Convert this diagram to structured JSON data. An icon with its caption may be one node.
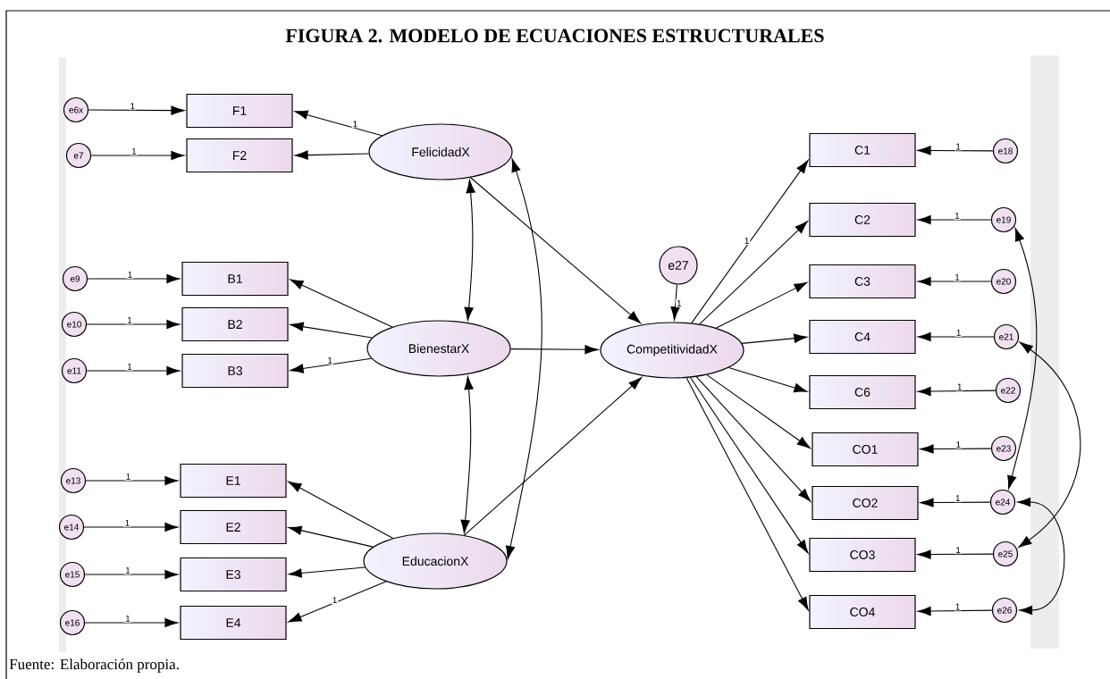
{
  "diagram": {
    "title": "FIGURA 2. MODELO DE ECUACIONES ESTRUCTURALES",
    "caption": "Fuente: Elaboración propia.",
    "nodes": [
      {
        "text": [
          "e6x"
        ]
      },
      {
        "text": [
          "F1"
        ]
      },
      {
        "text": [
          "e7"
        ]
      },
      {
        "text": [
          "F2"
        ]
      },
      {
        "text": [
          "FelicidadX"
        ]
      },
      {
        "text": [
          "e9"
        ]
      },
      {
        "text": [
          "B1"
        ]
      },
      {
        "text": [
          "e10"
        ]
      },
      {
        "text": [
          "B2"
        ]
      },
      {
        "text": [
          "e11"
        ]
      },
      {
        "text": [
          "B3"
        ]
      },
      {
        "text": [
          "BienestarX"
        ]
      },
      {
        "text": [
          "e13"
        ]
      },
      {
        "text": [
          "E1"
        ]
      },
      {
        "text": [
          "e14"
        ]
      },
      {
        "text": [
          "E2"
        ]
      },
      {
        "text": [
          "e15"
        ]
      },
      {
        "text": [
          "E3"
        ]
      },
      {
        "text": [
          "e16"
        ]
      },
      {
        "text": [
          "E4"
        ]
      },
      {
        "text": [
          "EducacionX"
        ]
      },
      {
        "text": [
          "e27"
        ]
      },
      {
        "text": [
          "CompetitividadX"
        ]
      },
      {
        "text": [
          "C1"
        ]
      },
      {
        "text": [
          "e18"
        ]
      },
      {
        "text": [
          "C2"
        ]
      },
      {
        "text": [
          "e19"
        ]
      },
      {
        "text": [
          "C3"
        ]
      },
      {
        "text": [
          "e20"
        ]
      },
      {
        "text": [
          "C4"
        ]
      },
      {
        "text": [
          "e21"
        ]
      },
      {
        "text": [
          "C6"
        ]
      },
      {
        "text": [
          "e22"
        ]
      },
      {
        "text": [
          "CO1"
        ]
      },
      {
        "text": [
          "e23"
        ]
      },
      {
        "text": [
          "CO2"
        ]
      },
      {
        "text": [
          "e24"
        ]
      },
      {
        "text": [
          "CO3"
        ]
      },
      {
        "text": [
          "e25"
        ]
      },
      {
        "text": [
          "CO4"
        ]
      },
      {
        "text": [
          "e26"
        ]
      }
    ],
    "edges": [
      {
        "from": 0,
        "to": 1,
        "arrow": "to",
        "label": "1"
      },
      {
        "from": 4,
        "to": 1,
        "arrow": "to",
        "label": "1"
      },
      {
        "from": 2,
        "to": 3,
        "arrow": "to",
        "label": "1"
      },
      {
        "from": 4,
        "to": 3,
        "arrow": "to"
      },
      {
        "from": 5,
        "to": 6,
        "arrow": "to",
        "label": "1"
      },
      {
        "from": 7,
        "to": 8,
        "arrow": "to",
        "label": "1"
      },
      {
        "from": 9,
        "to": 10,
        "arrow": "to",
        "label": "1"
      },
      {
        "from": 11,
        "to": 6,
        "arrow": "to"
      },
      {
        "from": 11,
        "to": 8,
        "arrow": "to"
      },
      {
        "from": 11,
        "to": 10,
        "arrow": "to",
        "label": "1"
      },
      {
        "from": 12,
        "to": 13,
        "arrow": "to",
        "label": "1"
      },
      {
        "from": 14,
        "to": 15,
        "arrow": "to",
        "label": "1"
      },
      {
        "from": 16,
        "to": 17,
        "arrow": "to",
        "label": "1"
      },
      {
        "from": 18,
        "to": 19,
        "arrow": "to",
        "label": "1"
      },
      {
        "from": 20,
        "to": 13,
        "arrow": "to"
      },
      {
        "from": 20,
        "to": 15,
        "arrow": "to"
      },
      {
        "from": 20,
        "to": 17,
        "arrow": "to"
      },
      {
        "from": 20,
        "to": 19,
        "arrow": "to",
        "label": "1"
      },
      {
        "from": 4,
        "to": 22,
        "arrow": "to"
      },
      {
        "from": 11,
        "to": 22,
        "arrow": "to"
      },
      {
        "from": 20,
        "to": 22,
        "arrow": "to"
      },
      {
        "from": 4,
        "to": 11,
        "arrow": "both"
      },
      {
        "from": 4,
        "to": 20,
        "arrow": "both"
      },
      {
        "from": 11,
        "to": 20,
        "arrow": "both"
      },
      {
        "from": 21,
        "to": 22,
        "arrow": "to",
        "label": "1"
      },
      {
        "from": 22,
        "to": 23,
        "arrow": "to",
        "label": "1"
      },
      {
        "from": 22,
        "to": 25,
        "arrow": "to"
      },
      {
        "from": 22,
        "to": 27,
        "arrow": "to"
      },
      {
        "from": 22,
        "to": 29,
        "arrow": "to"
      },
      {
        "from": 22,
        "to": 31,
        "arrow": "to"
      },
      {
        "from": 22,
        "to": 33,
        "arrow": "to"
      },
      {
        "from": 22,
        "to": 35,
        "arrow": "to"
      },
      {
        "from": 22,
        "to": 37,
        "arrow": "to"
      },
      {
        "from": 22,
        "to": 39,
        "arrow": "to"
      },
      {
        "from": 24,
        "to": 23,
        "arrow": "to",
        "label": "1"
      },
      {
        "from": 26,
        "to": 25,
        "arrow": "to",
        "label": "1"
      },
      {
        "from": 28,
        "to": 27,
        "arrow": "to",
        "label": "1"
      },
      {
        "from": 30,
        "to": 29,
        "arrow": "to",
        "label": "1"
      },
      {
        "from": 32,
        "to": 31,
        "arrow": "to",
        "label": "1"
      },
      {
        "from": 34,
        "to": 33,
        "arrow": "to",
        "label": "1"
      },
      {
        "from": 36,
        "to": 35,
        "arrow": "to",
        "label": "1"
      },
      {
        "from": 38,
        "to": 37,
        "arrow": "to",
        "label": "1"
      },
      {
        "from": 40,
        "to": 39,
        "arrow": "to",
        "label": "1"
      },
      {
        "from": 26,
        "to": 36,
        "arrow": "both"
      },
      {
        "from": 30,
        "to": 38,
        "arrow": "both"
      },
      {
        "from": 36,
        "to": 40,
        "arrow": "both"
      }
    ]
  }
}
